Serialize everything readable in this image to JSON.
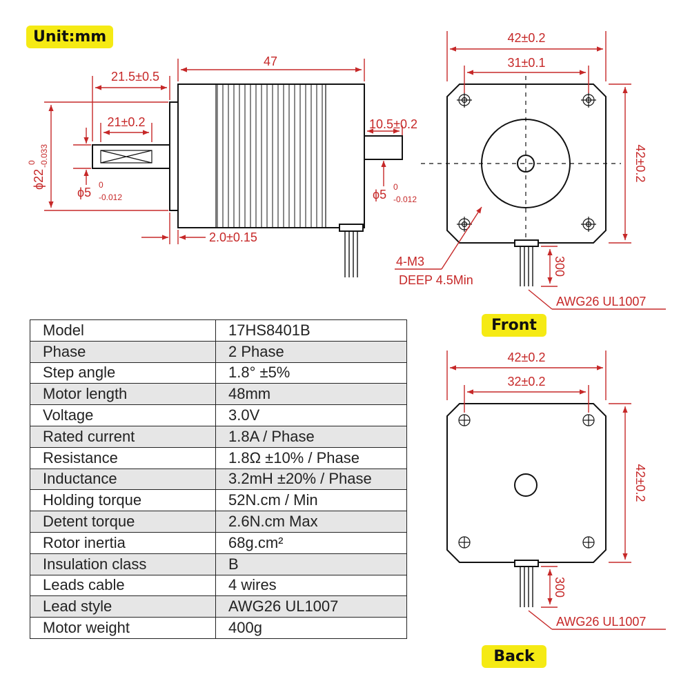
{
  "labels": {
    "unit": "Unit:mm",
    "front": "Front",
    "back": "Back"
  },
  "side_view": {
    "dim_total_length": "47",
    "dim_shaft_length": "21.5±0.5",
    "dim_flat_length": "21±0.2",
    "dim_rear_shaft": "10.5±0.2",
    "dim_boss_depth": "2.0±0.15",
    "dim_boss_dia": "ϕ22",
    "dim_boss_dia_upper": "0",
    "dim_boss_dia_lower": "-0.033",
    "dim_shaft_dia": "ϕ5",
    "dim_shaft_dia_upper": "0",
    "dim_shaft_dia_lower": "-0.012",
    "dim_rear_shaft_dia": "ϕ5",
    "dim_rear_shaft_dia_upper": "0",
    "dim_rear_shaft_dia_lower": "-0.012"
  },
  "front_view": {
    "dim_width": "42±0.2",
    "dim_hole_spacing": "31±0.1",
    "dim_height": "42±0.2",
    "dim_lead_length": "300",
    "holes_note_line1": "4-M3",
    "holes_note_line2": "DEEP 4.5Min",
    "wire_note": "AWG26 UL1007"
  },
  "back_view": {
    "dim_width": "42±0.2",
    "dim_hole_spacing": "32±0.2",
    "dim_height": "42±0.2",
    "dim_lead_length": "300",
    "wire_note": "AWG26 UL1007"
  },
  "specs": [
    {
      "key": "Model",
      "value": "17HS8401B"
    },
    {
      "key": "Phase",
      "value": "2 Phase"
    },
    {
      "key": "Step angle",
      "value": "1.8°   ±5%"
    },
    {
      "key": "Motor length",
      "value": "48mm"
    },
    {
      "key": "Voltage",
      "value": "3.0V"
    },
    {
      "key": "Rated current",
      "value": "1.8A / Phase"
    },
    {
      "key": "Resistance",
      "value": "1.8Ω  ±10% / Phase"
    },
    {
      "key": "Inductance",
      "value": "3.2mH  ±20% / Phase"
    },
    {
      "key": "Holding torque",
      "value": "52N.cm / Min"
    },
    {
      "key": "Detent torque",
      "value": "2.6N.cm Max"
    },
    {
      "key": "Rotor inertia",
      "value": "68g.cm²"
    },
    {
      "key": "Insulation class",
      "value": "B"
    },
    {
      "key": "Leads cable",
      "value": "4 wires"
    },
    {
      "key": "Lead style",
      "value": "AWG26 UL1007"
    },
    {
      "key": "Motor weight",
      "value": "400g"
    }
  ],
  "colors": {
    "dimension": "#c62828",
    "label_bg": "#f5ea14",
    "row_alt": "#e6e6e6"
  }
}
